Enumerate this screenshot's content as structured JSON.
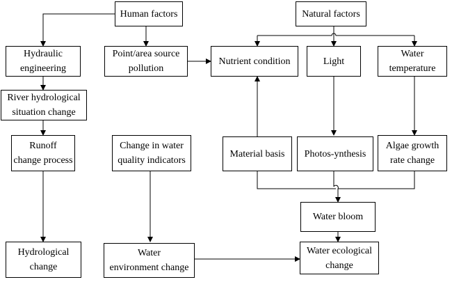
{
  "colors": {
    "stroke": "#000000",
    "background": "#ffffff"
  },
  "nodes": {
    "human_factors": {
      "lines": [
        "Human factors"
      ]
    },
    "natural_factors": {
      "lines": [
        "Natural factors"
      ]
    },
    "hydraulic_engineering": {
      "lines": [
        "Hydraulic",
        "engineering"
      ]
    },
    "point_area_source_pollution": {
      "lines": [
        "Point/area source",
        "pollution"
      ]
    },
    "nutrient_condition": {
      "lines": [
        "Nutrient condition"
      ]
    },
    "light": {
      "lines": [
        "Light"
      ]
    },
    "water_temperature": {
      "lines": [
        "Water",
        "temperature"
      ]
    },
    "river_hydrological_situation_change": {
      "lines": [
        "River hydrological",
        "situation change"
      ]
    },
    "runoff_change_process": {
      "lines": [
        "Runoff",
        "change process"
      ]
    },
    "change_in_water_quality_indicators": {
      "lines": [
        "Change in water",
        "quality indicators"
      ]
    },
    "material_basis": {
      "lines": [
        "Material basis"
      ]
    },
    "photosynthesis": {
      "lines": [
        "Photos-ynthesis"
      ]
    },
    "algae_growth_rate_change": {
      "lines": [
        "Algae growth",
        "rate change"
      ]
    },
    "water_bloom": {
      "lines": [
        "Water bloom"
      ]
    },
    "hydrological_change": {
      "lines": [
        "Hydrological",
        "change"
      ]
    },
    "water_environment_change": {
      "lines": [
        "Water",
        "environment change"
      ]
    },
    "water_ecological_change": {
      "lines": [
        "Water ecological",
        "change"
      ]
    }
  }
}
